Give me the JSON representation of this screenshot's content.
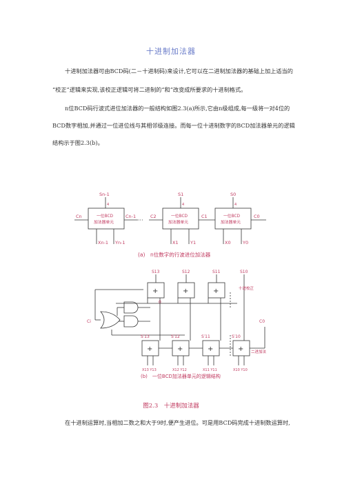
{
  "doc": {
    "title": "十进制加法器",
    "p1": "十进制加法器可由BCD码(二－十进制码)来设计,它可以在二进制加法器的基础上加上适当的",
    "p2": "“校正”逻辑来实现,该校正逻辑可将二进制的“和”改变成所要求的十进制格式。",
    "p3": "n位BCD码行波式进位加法器的一般结构如图2.3(a)所示,它由n级组成,每一级将一对4位的",
    "p4": "BCD数字相加,并通过一位进位线与其相邻级连接。而每一位十进制数字的BCD加法器单元的逻辑",
    "p5": "结构示于图2.3(b)。",
    "fig_caption": "图2.3　十进制加法器",
    "p6": "在十进制运算时,当相加二数之和大于9时,便产生进位。可是用BCD码完成十进制数运算时,"
  },
  "fig_a": {
    "caption": "(a)　n位数字的行波进位加法器",
    "blocks": [
      {
        "out": "Sn-1",
        "label1": "一位BCD",
        "label2": "加法器单元",
        "cin": "Cn",
        "cout": "Cn-1",
        "x": "Xn-1",
        "y": "Yn-1"
      },
      {
        "out": "S1",
        "label1": "一位BCD",
        "label2": "加法器单元",
        "cin": "C2",
        "cout": "C1",
        "x": "X1",
        "y": "Y1"
      },
      {
        "out": "S0",
        "label1": "一位BCD",
        "label2": "加法器单元",
        "cin": "C1",
        "cout": "C0",
        "x": "X0",
        "y": "Y0"
      }
    ],
    "bus_width": "4",
    "dots": "···"
  },
  "fig_b": {
    "caption": "(b)　一位BCD加法器单元的逻辑结构",
    "sums": [
      "S13",
      "S12",
      "S11",
      "S10"
    ],
    "partial": [
      "S′13",
      "S′12",
      "S′11",
      "S′10"
    ],
    "inputs": [
      "X13 Y13",
      "X12 Y12",
      "X11 Y11",
      "X10 Y10"
    ],
    "plus": "+",
    "zero": "0",
    "ci_label": "Ci",
    "c0_label": "C0",
    "correction": "十进校正",
    "binary_add": "二进加法"
  },
  "colors": {
    "accent": "#c0395f",
    "title": "#6a7cc9",
    "ink": "#333333"
  }
}
